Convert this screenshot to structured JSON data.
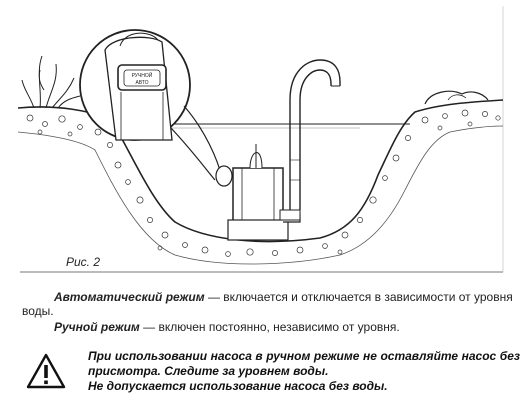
{
  "figure": {
    "caption": "Рис. 2",
    "switch_label_top": "РУЧНОЙ",
    "switch_label_bottom": "АВТО"
  },
  "paragraphs": [
    {
      "term": "Автоматический режим",
      "dash": " — ",
      "text": "включается и отключается в зависимости от уровня воды."
    },
    {
      "term": "Ручной режим",
      "dash": " — ",
      "text": "включен постоянно, независимо от уровня."
    }
  ],
  "warning": {
    "icon": "warning-triangle-icon",
    "lines": [
      "При использовании насоса в ручном режиме не оставляйте насос без присмотра. Следите за уровнем воды.",
      "Не допускается использование насоса без воды."
    ]
  }
}
